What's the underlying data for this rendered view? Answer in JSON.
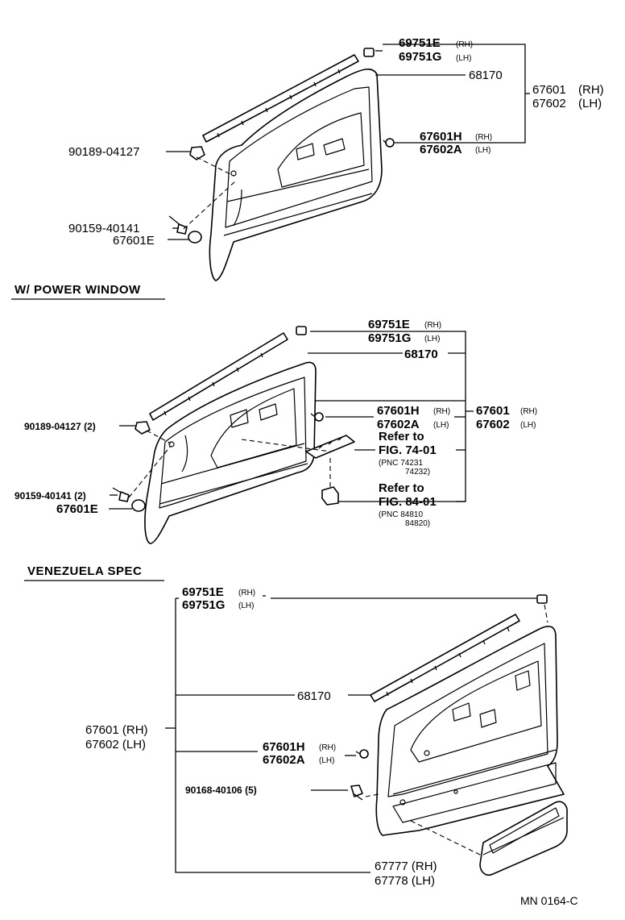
{
  "sections": {
    "power_window": "W/ POWER WINDOW",
    "venezuela": "VENEZUELA SPEC"
  },
  "top": {
    "p69751e": "69751E",
    "p69751e_side": "(RH)",
    "p69751g": "69751G",
    "p69751g_side": "(LH)",
    "p68170": "68170",
    "p67601": "67601",
    "p67601_side": "(RH)",
    "p67602": "67602",
    "p67602_side": "(LH)",
    "p67601h": "67601H",
    "p67601h_side": "(RH)",
    "p67602a": "67602A",
    "p67602a_side": "(LH)",
    "p90189": "90189-04127",
    "p90159": "90159-40141",
    "p67601e": "67601E"
  },
  "middle": {
    "p69751e": "69751E",
    "p69751e_side": "(RH)",
    "p69751g": "69751G",
    "p69751g_side": "(LH)",
    "p68170": "68170",
    "p67601h": "67601H",
    "p67601h_side": "(RH)",
    "p67602a": "67602A",
    "p67602a_side": "(LH)",
    "p67601": "67601",
    "p67601_side": "(RH)",
    "p67602": "67602",
    "p67602_side": "(LH)",
    "refer1": "Refer to",
    "fig1": "FIG. 74-01",
    "pnc1a": "(PNC 74231",
    "pnc1b": "74232)",
    "refer2": "Refer to",
    "fig2": "FIG. 84-01",
    "pnc2a": "(PNC 84810",
    "pnc2b": "84820)",
    "p90189": "90189-04127 (2)",
    "p90159": "90159-40141 (2)",
    "p67601e": "67601E"
  },
  "bottom": {
    "p69751e": "69751E",
    "p69751e_side": "(RH)",
    "p69751g": "69751G",
    "p69751g_side": "(LH)",
    "p68170": "68170",
    "p67601": "67601 (RH)",
    "p67602": "67602 (LH)",
    "p67601h": "67601H",
    "p67601h_side": "(RH)",
    "p67602a": "67602A",
    "p67602a_side": "(LH)",
    "p90168": "90168-40106 (5)",
    "p67777": "67777 (RH)",
    "p67778": "67778 (LH)"
  },
  "code": "MN  0164-C"
}
